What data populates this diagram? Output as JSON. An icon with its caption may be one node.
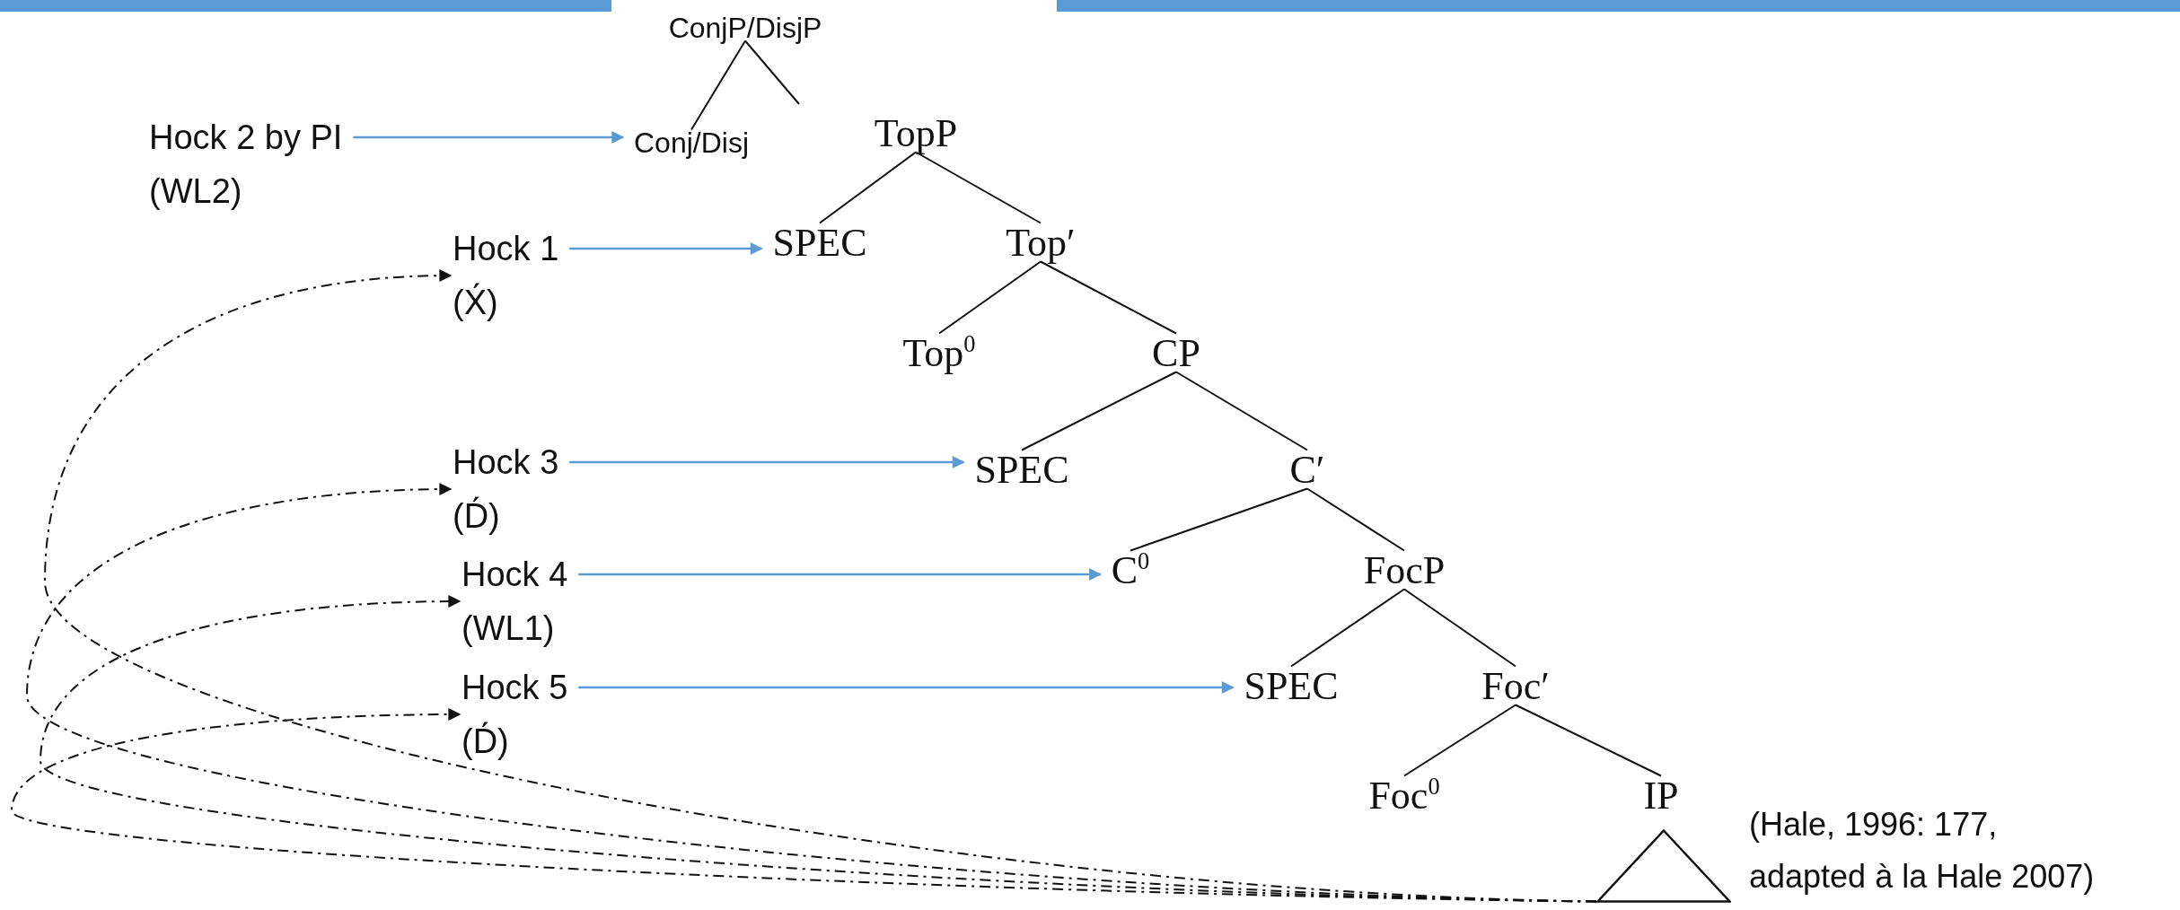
{
  "diagram": {
    "caption": "(Hale, 1996: 177, adapted à la Hale 2007)",
    "nodes": [
      {
        "text": [
          "ConjP/DisjP"
        ]
      },
      {
        "text": [
          "Hock 2 by PI",
          "(WL2)"
        ]
      },
      {
        "text": [
          "Conj/Disj"
        ]
      },
      {
        "text": [
          "TopP"
        ]
      },
      {
        "text": [
          "Hock 1",
          "(X́)"
        ]
      },
      {
        "text": [
          "SPEC"
        ]
      },
      {
        "text": [
          "Top′"
        ]
      },
      {
        "text": [
          "Top$^{0}$"
        ]
      },
      {
        "text": [
          "CP"
        ]
      },
      {
        "text": [
          "Hock 3",
          "(D́)"
        ]
      },
      {
        "text": [
          "SPEC"
        ]
      },
      {
        "text": [
          "C′"
        ]
      },
      {
        "text": [
          "Hock 4",
          "(WL1)"
        ]
      },
      {
        "text": [
          "C$^{0}$"
        ]
      },
      {
        "text": [
          "FocP"
        ]
      },
      {
        "text": [
          "Hock 5",
          "(D́)"
        ]
      },
      {
        "text": [
          "SPEC"
        ]
      },
      {
        "text": [
          "Foc′"
        ]
      },
      {
        "text": [
          "Foc$^{0}$"
        ]
      },
      {
        "text": [
          "IP"
        ]
      },
      {
        "text": [],
        "shape": "triangle"
      }
    ],
    "edges": [
      {
        "from": 0,
        "to": 2,
        "arrow": "none"
      },
      {
        "from": 0,
        "to": null,
        "arrow": "none"
      },
      {
        "from": 1,
        "to": 2,
        "arrow": "to",
        "color": "#5b9bd5"
      },
      {
        "from": 3,
        "to": 5,
        "arrow": "none"
      },
      {
        "from": 3,
        "to": 6,
        "arrow": "none"
      },
      {
        "from": 4,
        "to": 5,
        "arrow": "to",
        "color": "#5b9bd5"
      },
      {
        "from": 6,
        "to": 7,
        "arrow": "none"
      },
      {
        "from": 6,
        "to": 8,
        "arrow": "none"
      },
      {
        "from": 8,
        "to": 10,
        "arrow": "none"
      },
      {
        "from": 8,
        "to": 11,
        "arrow": "none"
      },
      {
        "from": 9,
        "to": 10,
        "arrow": "to",
        "color": "#5b9bd5"
      },
      {
        "from": 11,
        "to": 13,
        "arrow": "none"
      },
      {
        "from": 11,
        "to": 14,
        "arrow": "none"
      },
      {
        "from": 12,
        "to": 13,
        "arrow": "to",
        "color": "#5b9bd5"
      },
      {
        "from": 14,
        "to": 16,
        "arrow": "none"
      },
      {
        "from": 14,
        "to": 17,
        "arrow": "none"
      },
      {
        "from": 15,
        "to": 16,
        "arrow": "to",
        "color": "#5b9bd5"
      },
      {
        "from": 17,
        "to": 18,
        "arrow": "none"
      },
      {
        "from": 17,
        "to": 19,
        "arrow": "none"
      },
      {
        "from": 20,
        "to": 4,
        "arrow": "to",
        "style": "dashed"
      },
      {
        "from": 20,
        "to": 9,
        "arrow": "to",
        "style": "dashed"
      },
      {
        "from": 20,
        "to": 12,
        "arrow": "to",
        "style": "dashed"
      },
      {
        "from": 20,
        "to": 15,
        "arrow": "to",
        "style": "dashed"
      }
    ]
  }
}
